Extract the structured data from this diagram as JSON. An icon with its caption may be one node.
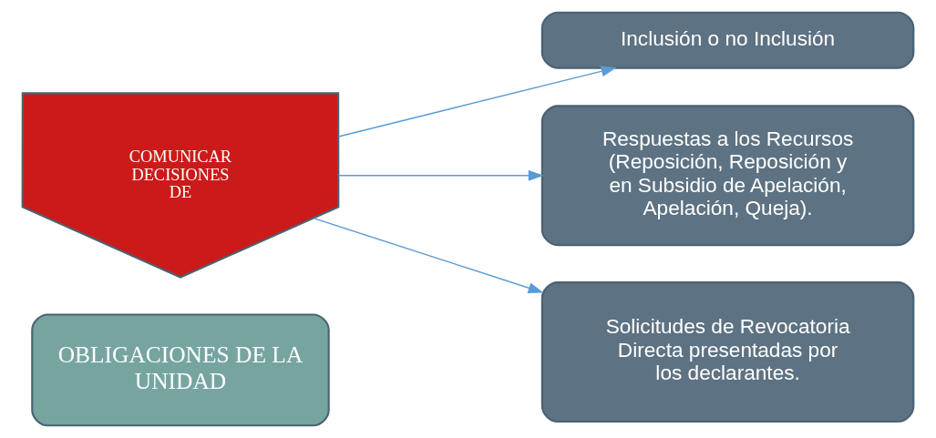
{
  "diagram": {
    "nodes": [
      {
        "text": [
          "OBLIGACIONES DE LA UNIDAD"
        ]
      },
      {
        "text": [
          "COMUNICAR DECISIONES DE"
        ]
      },
      {
        "text": [
          "Inclusión o no Inclusión"
        ]
      },
      {
        "text": [
          "Respuestas a los Recursos (Reposición, Reposición y en Subsidio de Apelación, Apelación, Queja)."
        ]
      },
      {
        "text": [
          "Solicitudes de Revocatoria Directa presentadas por los declarantes."
        ]
      }
    ],
    "edges": [
      {
        "from": 1,
        "to": 2,
        "arrow": "to"
      },
      {
        "from": 1,
        "to": 3,
        "arrow": "to"
      },
      {
        "from": 1,
        "to": 4,
        "arrow": "to"
      }
    ]
  }
}
